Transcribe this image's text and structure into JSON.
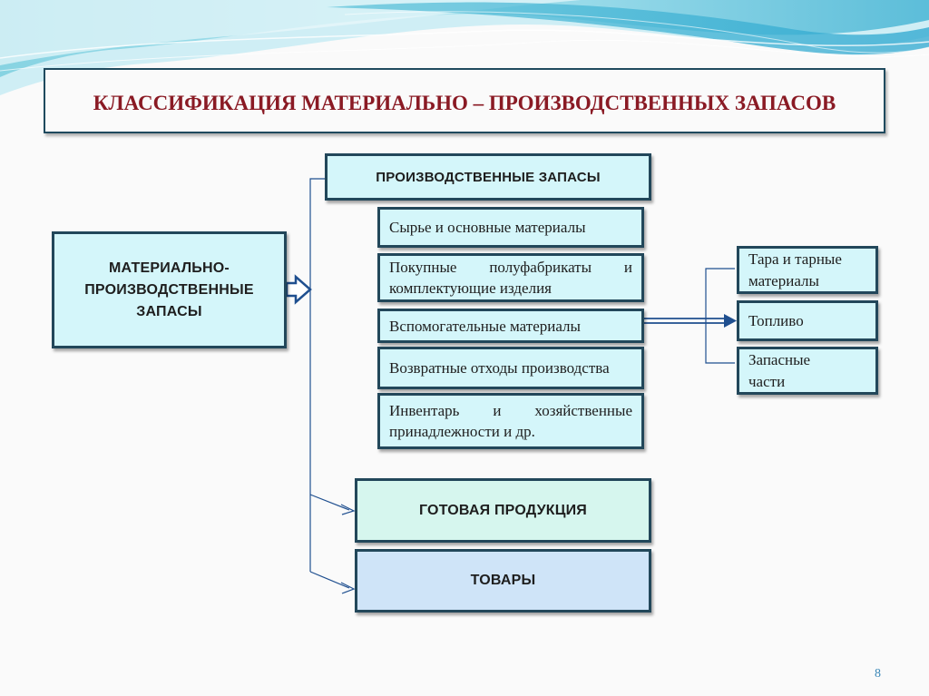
{
  "title": "КЛАССИФИКАЦИЯ МАТЕРИАЛЬНО – ПРОИЗВОДСТВЕННЫХ ЗАПАСОВ",
  "root": "МАТЕРИАЛЬНО-ПРОИЗВОДСТВЕННЫЕ ЗАПАСЫ",
  "categories": {
    "production": "ПРОИЗВОДСТВЕННЫЕ ЗАПАСЫ",
    "finished": "ГОТОВАЯ ПРОДУКЦИЯ",
    "goods": "ТОВАРЫ"
  },
  "production_items": [
    "Сырье и основные материалы",
    "Покупные полуфабрикаты и комплектующие изделия",
    "Вспомогательные материалы",
    "Возвратные отходы производства",
    "Инвентарь и хозяйственные принадлежности и др."
  ],
  "auxiliary_items": [
    "Тара и тарные материалы",
    "Топливо",
    "Запасные части"
  ],
  "page_number": "8",
  "colors": {
    "title_text": "#8a1a24",
    "box_border": "#22475a",
    "connector": "#1f4f8f",
    "box_fill_cyan": "#d4f6fa",
    "box_fill_mint": "#d6f6ee",
    "box_fill_blue": "#cfe4f8"
  }
}
